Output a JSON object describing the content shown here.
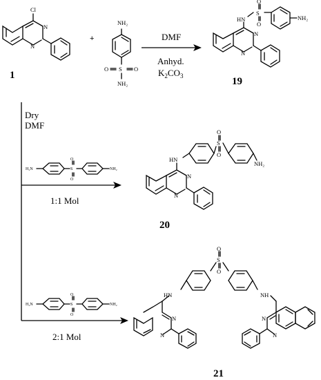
{
  "atoms": {
    "Cl": "Cl",
    "N": "N",
    "NH": "NH",
    "HN": "HN",
    "NH2": "NH₂",
    "H2N": "H₂N",
    "S": "S",
    "O": "O"
  },
  "reactions": {
    "r1": {
      "condition_1": "DMF",
      "condition_2": "Anhyd.",
      "condition_3_base": "K",
      "condition_3_sub1": "2",
      "condition_3_mid": "CO",
      "condition_3_sub2": "3"
    },
    "r_branch": {
      "condition_1": "Dry",
      "condition_2": "DMF"
    },
    "r2": {
      "ratio": "1:1 Mol"
    },
    "r3": {
      "ratio": "2:1 Mol"
    }
  },
  "compounds": {
    "c1": "1",
    "c19": "19",
    "c20": "20",
    "c21": "21"
  },
  "plus_sign": "+"
}
